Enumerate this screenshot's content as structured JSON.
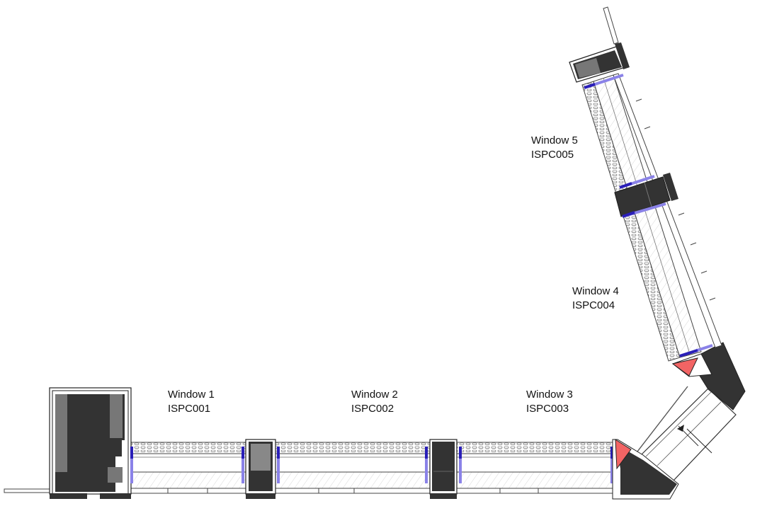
{
  "windows": [
    {
      "name": "Window 1",
      "code": "ISPC001"
    },
    {
      "name": "Window 2",
      "code": "ISPC002"
    },
    {
      "name": "Window 3",
      "code": "ISPC003"
    },
    {
      "name": "Window 4",
      "code": "ISPC004"
    },
    {
      "name": "Window 5",
      "code": "ISPC005"
    }
  ],
  "colors": {
    "frame_dark": "#333333",
    "frame_mid": "#777777",
    "outline": "#222222",
    "glazing_seal": "#2a1fb8",
    "glazing_seal_light": "#8a82e8",
    "corner_accent": "#f26464",
    "perforated_fill": "#e9e9e9",
    "hatch": "#bbbbbb"
  }
}
